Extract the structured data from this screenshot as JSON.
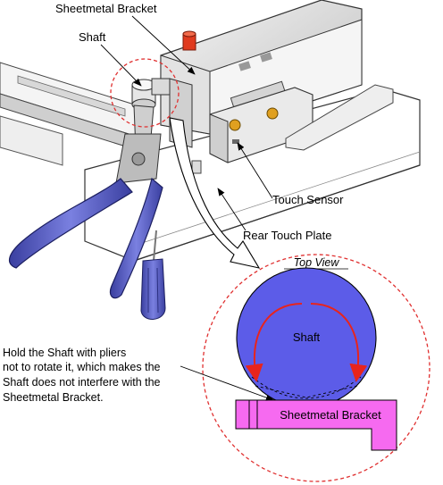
{
  "labels": {
    "sheetmetal_bracket": "Sheetmetal Bracket",
    "shaft": "Shaft",
    "touch_sensor": "Touch Sensor",
    "rear_touch_plate": "Rear Touch Plate",
    "top_view": "Top View",
    "shaft_inner": "Shaft",
    "bracket_inner": "Sheetmetal Bracket"
  },
  "note": {
    "line1": "Hold the Shaft with pliers",
    "line2": "not to rotate it, which makes the",
    "line3": "Shaft does not interfere with the",
    "line4": "Sheetmetal Bracket."
  },
  "colors": {
    "shaft_fill": "#5c5ce8",
    "bracket_fill": "#f66af0",
    "arrow_red": "#e8241c",
    "pliers_handle": "#4a50b8",
    "dashed_circle": "#e03030",
    "sensor_button": "#e0a020",
    "red_knob": "#e03a1e"
  }
}
